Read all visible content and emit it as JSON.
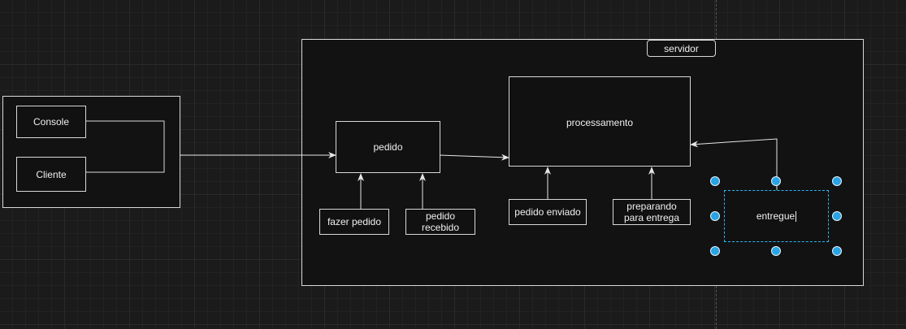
{
  "nodes": {
    "servidor": "servidor",
    "console": "Console",
    "cliente": "Cliente",
    "pedido": "pedido",
    "processamento": "processamento",
    "fazer_pedido": "fazer pedido",
    "pedido_recebido": "pedido recebido",
    "pedido_enviado": "pedido enviado",
    "preparando_para_entrega": "preparando para entrega",
    "entregue": "entregue"
  },
  "colors": {
    "canvas": "#1b1b1b",
    "stroke": "#d8d8d8",
    "selection": "#29b6f6"
  }
}
